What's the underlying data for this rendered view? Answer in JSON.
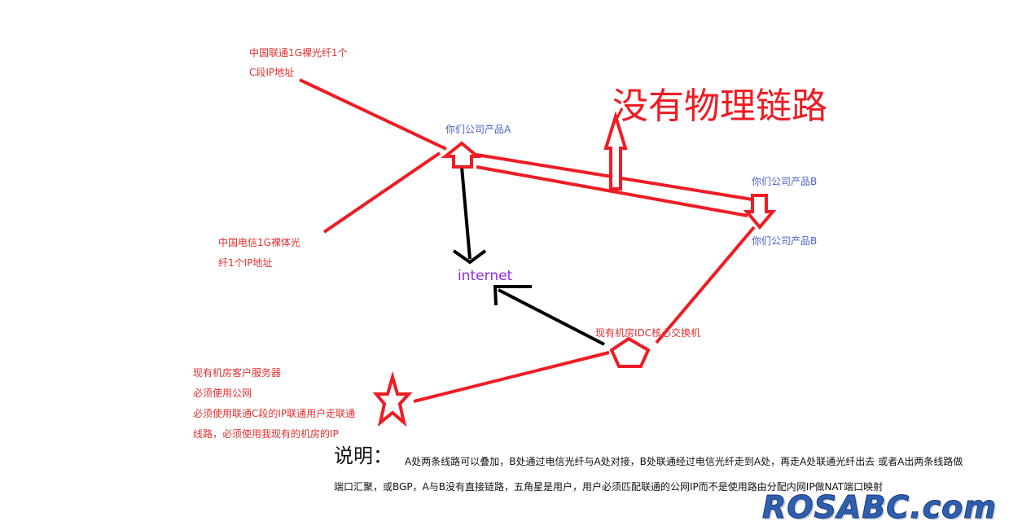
{
  "labels": {
    "unicom_line1": "中国联通1G裸光纤1个",
    "unicom_line2": "C段IP地址",
    "telecom_line1": "中国电信1G裸体光",
    "telecom_line2": "纤1个IP地址",
    "product_a": "你们公司产品A",
    "product_b_top": "你们公司产品B",
    "product_b_bottom": "你们公司产品B",
    "no_physical_link": "没有物理链路",
    "internet": "internet",
    "idc_switch": "现有机房IDC核心交换机",
    "servers_line1": "现有机房客户服务器",
    "servers_line2": "必须使用公网",
    "servers_line3": "必须使用联通C段的IP联通用户走联通",
    "servers_line4": "线路，必须使用我现有的机房的IP"
  },
  "note": {
    "title": "说明：",
    "line1": "A处两条线路可以叠加，B处通过电信光纤与A处对接，B处联通经过电信光纤走到A处，再走A处联通光纤出去 或者A出两条线路做",
    "line2": "端口汇聚，或BGP，A与B没有直接链路，五角星是用户，用户必须匹配联通的公网IP而不是使用路由分配内网IP做NAT端口映射"
  },
  "watermark": "ROSABC.com",
  "colors": {
    "red": "#ee1c24",
    "black": "#000000",
    "blue": "#4a5ec4",
    "purple": "#8a2be2"
  }
}
